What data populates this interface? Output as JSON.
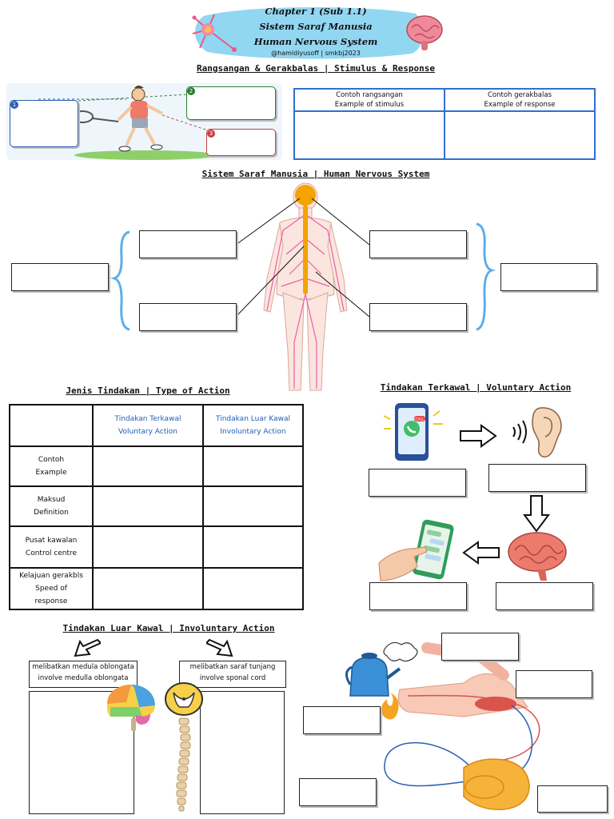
{
  "header": {
    "chapter": "Chapter 1 (Sub 1.1)",
    "title_ms": "Sistem Saraf Manusia",
    "title_en": "Human Nervous System",
    "credit": "@hamidiyusoff | smkbj2023"
  },
  "section_stimulus": {
    "heading": "Rangsangan & Gerakbalas | Stimulus & Response",
    "markers": [
      "1",
      "2",
      "3"
    ],
    "table_headers": [
      {
        "ms": "Contoh rangsangan",
        "en": "Example of stimulus"
      },
      {
        "ms": "Contoh gerakbalas",
        "en": "Example of response"
      }
    ]
  },
  "section_system": {
    "heading": "Sistem Saraf Manusia | Human Nervous System"
  },
  "section_type": {
    "heading": "Jenis Tindakan | Type of Action",
    "col_headers": [
      {
        "ms": "Tindakan Terkawal",
        "en": "Voluntary Action"
      },
      {
        "ms": "Tindakan Luar Kawal",
        "en": "Involuntary Action"
      }
    ],
    "rows": [
      {
        "ms": "Contoh",
        "en": "Example"
      },
      {
        "ms": "Maksud",
        "en": "Definition"
      },
      {
        "ms": "Pusat kawalan",
        "en": "Control centre"
      },
      {
        "ms": "Kelajuan gerakbls",
        "en": "Speed of",
        "en2": "response"
      }
    ]
  },
  "section_voluntary": {
    "heading": "Tindakan Terkawal | Voluntary Action",
    "phone_badge": "CALL"
  },
  "section_involuntary": {
    "heading": "Tindakan Luar Kawal | Involuntary Action",
    "left_caption": {
      "ms": "melibatkan medula oblongata",
      "en": "involve medulla oblongata"
    },
    "right_caption": {
      "ms": "melibatkan saraf tunjang",
      "en": "involve sponal cord"
    }
  },
  "colors": {
    "banner": "#7fd0f0",
    "nerve": "#ec5fa8",
    "spine": "#f4a300",
    "bracket": "#5aaee8",
    "table_blue": "#2f6fd0"
  }
}
